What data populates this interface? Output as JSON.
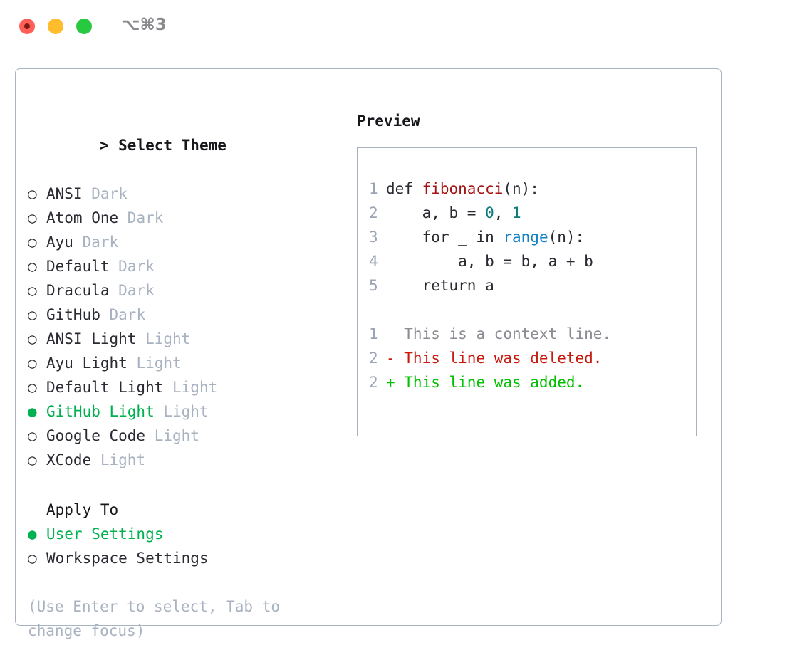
{
  "window": {
    "title_shortcut": "⌥⌘3",
    "controls": [
      {
        "name": "close",
        "color": "#ff5f57"
      },
      {
        "name": "minimize",
        "color": "#ffbd2e"
      },
      {
        "name": "zoom",
        "color": "#28c840"
      }
    ]
  },
  "colors": {
    "selected_green": "#00b14f",
    "tag_gray": "#a8b2c0",
    "panel_border": "#a9b3c1",
    "diff_add": "#00c000",
    "diff_del": "#c8190f",
    "line_number": "#9aa5b4"
  },
  "theme_picker": {
    "heading": "Select Theme",
    "caret": ">",
    "marker_selected": "●",
    "marker_unselected": "○",
    "items": [
      {
        "name": "ANSI",
        "tag": "Dark",
        "selected": false
      },
      {
        "name": "Atom One",
        "tag": "Dark",
        "selected": false
      },
      {
        "name": "Ayu",
        "tag": "Dark",
        "selected": false
      },
      {
        "name": "Default",
        "tag": "Dark",
        "selected": false
      },
      {
        "name": "Dracula",
        "tag": "Dark",
        "selected": false
      },
      {
        "name": "GitHub",
        "tag": "Dark",
        "selected": false
      },
      {
        "name": "ANSI Light",
        "tag": "Light",
        "selected": false
      },
      {
        "name": "Ayu Light",
        "tag": "Light",
        "selected": false
      },
      {
        "name": "Default Light",
        "tag": "Light",
        "selected": false
      },
      {
        "name": "GitHub Light",
        "tag": "Light",
        "selected": true
      },
      {
        "name": "Google Code",
        "tag": "Light",
        "selected": false
      },
      {
        "name": "XCode",
        "tag": "Light",
        "selected": false
      }
    ]
  },
  "apply_to": {
    "heading": "Apply To",
    "items": [
      {
        "name": "User Settings",
        "selected": true
      },
      {
        "name": "Workspace Settings",
        "selected": false
      }
    ]
  },
  "hint": "(Use Enter to select, Tab to change focus)",
  "preview": {
    "heading": "Preview",
    "code_lines": [
      {
        "n": "1",
        "segments": [
          {
            "t": "def ",
            "c": "plain"
          },
          {
            "t": "fibonacci",
            "c": "fn"
          },
          {
            "t": "(n):",
            "c": "plain"
          }
        ]
      },
      {
        "n": "2",
        "segments": [
          {
            "t": "    a, b = ",
            "c": "plain"
          },
          {
            "t": "0",
            "c": "num"
          },
          {
            "t": ", ",
            "c": "plain"
          },
          {
            "t": "1",
            "c": "num"
          }
        ]
      },
      {
        "n": "3",
        "segments": [
          {
            "t": "    for _ in ",
            "c": "plain"
          },
          {
            "t": "range",
            "c": "call"
          },
          {
            "t": "(n):",
            "c": "plain"
          }
        ]
      },
      {
        "n": "4",
        "segments": [
          {
            "t": "        a, b = b, a + b",
            "c": "plain"
          }
        ]
      },
      {
        "n": "5",
        "segments": [
          {
            "t": "    return a",
            "c": "plain"
          }
        ]
      }
    ],
    "diff_lines": [
      {
        "n": "1",
        "prefix": "  ",
        "text": "This is a context line.",
        "kind": "ctx"
      },
      {
        "n": "2",
        "prefix": "- ",
        "text": "This line was deleted.",
        "kind": "del"
      },
      {
        "n": "2",
        "prefix": "+ ",
        "text": "This line was added.",
        "kind": "add"
      }
    ]
  }
}
